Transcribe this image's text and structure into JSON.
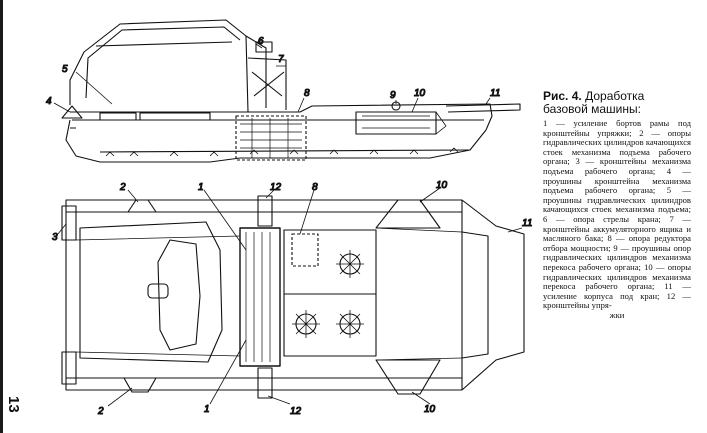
{
  "page": {
    "number": "13"
  },
  "figure": {
    "label": "Рис. 4.",
    "title": "Доработка базовой машины:",
    "body": "1 — усиление бортов рамы под кронштейны упряжки; 2 — опоры гидравлических цилиндров качающихся стоек механизма подъема рабочего органа; 3 — кронштейны механизма подъема рабочего органа; 4 — проушины кронштейна механизма подъема рабочего органа; 5 — проушины гидравлических цилиндров качающихся стоек механизма подъема; 6 — опора стрелы крана; 7 — кронштейны аккумуляторного ящика и масляного бака; 8 — опора редуктора отбора мощности; 9 — проушины опор гидравлических цилиндров механизма перекоса рабочего органа; 10 — опоры гидравлических цилиндров механизма перекоса рабочего органа; 11 — усиление корпуса под кран; 12 — кронштейны упря-",
    "body_end": "жки"
  },
  "callouts": {
    "side": {
      "c5": "5",
      "c4": "4",
      "c6": "6",
      "c7": "7",
      "c8": "8",
      "c9": "9",
      "c10": "10",
      "c11": "11"
    },
    "plan": {
      "c2a": "2",
      "c1a": "1",
      "c12a": "12",
      "c8": "8",
      "c10a": "10",
      "c3": "3",
      "c11": "11",
      "c2b": "2",
      "c1b": "1",
      "c12b": "12",
      "c10b": "10"
    }
  }
}
